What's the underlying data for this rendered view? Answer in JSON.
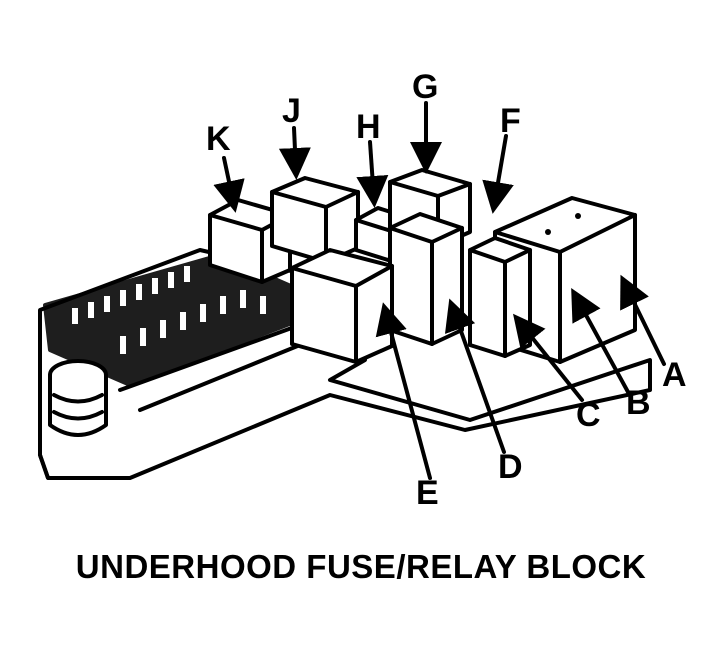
{
  "callouts": {
    "A": "A",
    "B": "B",
    "C": "C",
    "D": "D",
    "E": "E",
    "F": "F",
    "G": "G",
    "H": "H",
    "J": "J",
    "K": "K"
  },
  "caption": "UNDERHOOD FUSE/RELAY BLOCK",
  "colors": {
    "ink": "#000000",
    "paper": "#ffffff"
  }
}
